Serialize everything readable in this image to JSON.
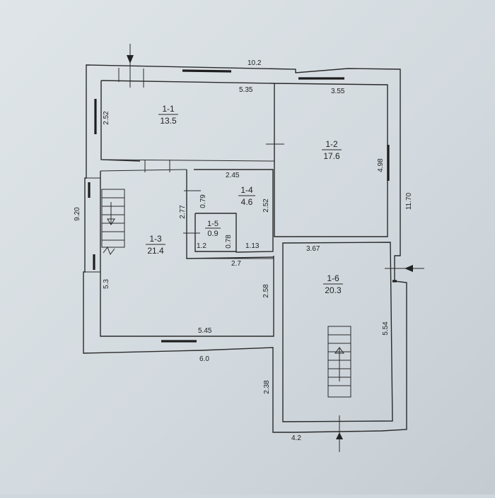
{
  "rooms": [
    {
      "id": "1-1",
      "area": "13.5"
    },
    {
      "id": "1-2",
      "area": "17.6"
    },
    {
      "id": "1-3",
      "area": "21.4"
    },
    {
      "id": "1-4",
      "area": "4.6"
    },
    {
      "id": "1-5",
      "area": "0.9"
    },
    {
      "id": "1-6",
      "area": "20.3"
    }
  ],
  "dimensions": {
    "top_overall": "10.2",
    "right_overall": "11.70",
    "left_overall": "9.20",
    "r11_width": "5.35",
    "r11_depth": "2.52",
    "r12_width": "3.55",
    "r12_depth": "4.98",
    "r14_width": "2.45",
    "r14_depth": "2.52",
    "r14_upper": "0.79",
    "corridor": "2.77",
    "r15_width": "1.2",
    "r15_depth": "0.78",
    "r14_bottom": "1.13",
    "r13_mid": "2.7",
    "r13_side": "5.3",
    "r13_right": "2.58",
    "r13_width": "5.45",
    "bottom_left": "6.0",
    "r16_width": "3.67",
    "r16_depth": "5.54",
    "r16_left": "2.38",
    "r16_bottom": "4.2"
  }
}
